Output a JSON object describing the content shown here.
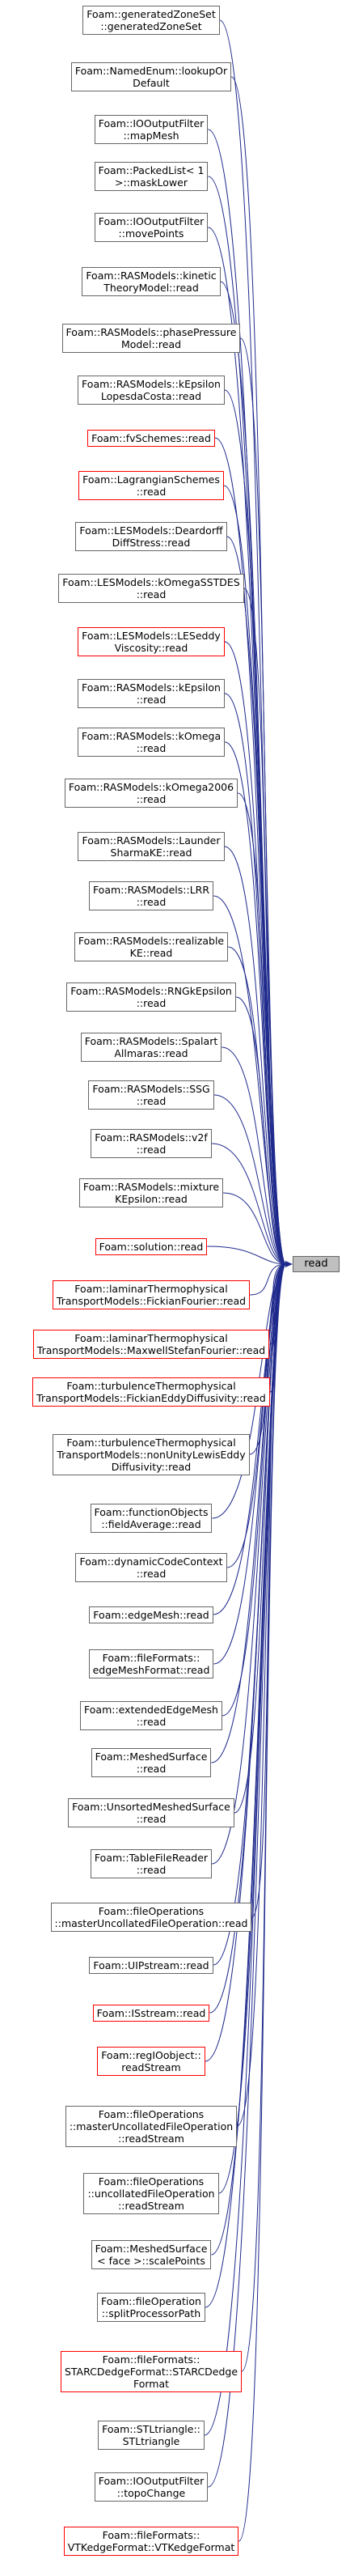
{
  "target": {
    "label": "read"
  },
  "colors": {
    "edge": "#1f2a8c",
    "border": "#666666",
    "red_border": "#ff0000",
    "target_fill": "#bfbfbf"
  },
  "callers": [
    {
      "label": "Foam::generatedZoneSet\n::generatedZoneSet",
      "red": false
    },
    {
      "label": "Foam::NamedEnum::lookupOr\nDefault",
      "red": false
    },
    {
      "label": "Foam::IOOutputFilter\n::mapMesh",
      "red": false
    },
    {
      "label": "Foam::PackedList< 1\n>::maskLower",
      "red": false
    },
    {
      "label": "Foam::IOOutputFilter\n::movePoints",
      "red": false
    },
    {
      "label": "Foam::RASModels::kinetic\nTheoryModel::read",
      "red": false
    },
    {
      "label": "Foam::RASModels::phasePressure\nModel::read",
      "red": false
    },
    {
      "label": "Foam::RASModels::kEpsilon\nLopesdaCosta::read",
      "red": false
    },
    {
      "label": "Foam::fvSchemes::read",
      "red": true
    },
    {
      "label": "Foam::LagrangianSchemes\n::read",
      "red": true
    },
    {
      "label": "Foam::LESModels::Deardorff\nDiffStress::read",
      "red": false
    },
    {
      "label": "Foam::LESModels::kOmegaSSTDES\n::read",
      "red": false
    },
    {
      "label": "Foam::LESModels::LESeddy\nViscosity::read",
      "red": true
    },
    {
      "label": "Foam::RASModels::kEpsilon\n::read",
      "red": false
    },
    {
      "label": "Foam::RASModels::kOmega\n::read",
      "red": false
    },
    {
      "label": "Foam::RASModels::kOmega2006\n::read",
      "red": false
    },
    {
      "label": "Foam::RASModels::Launder\nSharmaKE::read",
      "red": false
    },
    {
      "label": "Foam::RASModels::LRR\n::read",
      "red": false
    },
    {
      "label": "Foam::RASModels::realizable\nKE::read",
      "red": false
    },
    {
      "label": "Foam::RASModels::RNGkEpsilon\n::read",
      "red": false
    },
    {
      "label": "Foam::RASModels::Spalart\nAllmaras::read",
      "red": false
    },
    {
      "label": "Foam::RASModels::SSG\n::read",
      "red": false
    },
    {
      "label": "Foam::RASModels::v2f\n::read",
      "red": false
    },
    {
      "label": "Foam::RASModels::mixture\nKEpsilon::read",
      "red": false
    },
    {
      "label": "Foam::solution::read",
      "red": true
    },
    {
      "label": "Foam::laminarThermophysical\nTransportModels::FickianFourier::read",
      "red": true
    },
    {
      "label": "Foam::laminarThermophysical\nTransportModels::MaxwellStefanFourier::read",
      "red": true
    },
    {
      "label": "Foam::turbulenceThermophysical\nTransportModels::FickianEddyDiffusivity::read",
      "red": true
    },
    {
      "label": "Foam::turbulenceThermophysical\nTransportModels::nonUnityLewisEddy\nDiffusivity::read",
      "red": false
    },
    {
      "label": "Foam::functionObjects\n::fieldAverage::read",
      "red": false
    },
    {
      "label": "Foam::dynamicCodeContext\n::read",
      "red": false
    },
    {
      "label": "Foam::edgeMesh::read",
      "red": false
    },
    {
      "label": "Foam::fileFormats::\nedgeMeshFormat::read",
      "red": false
    },
    {
      "label": "Foam::extendedEdgeMesh\n::read",
      "red": false
    },
    {
      "label": "Foam::MeshedSurface\n::read",
      "red": false
    },
    {
      "label": "Foam::UnsortedMeshedSurface\n::read",
      "red": false
    },
    {
      "label": "Foam::TableFileReader\n::read",
      "red": false
    },
    {
      "label": "Foam::fileOperations\n::masterUncollatedFileOperation::read",
      "red": false
    },
    {
      "label": "Foam::UIPstream::read",
      "red": false
    },
    {
      "label": "Foam::ISstream::read",
      "red": true
    },
    {
      "label": "Foam::regIOobject::\nreadStream",
      "red": true
    },
    {
      "label": "Foam::fileOperations\n::masterUncollatedFileOperation\n::readStream",
      "red": false
    },
    {
      "label": "Foam::fileOperations\n::uncollatedFileOperation\n::readStream",
      "red": false
    },
    {
      "label": "Foam::MeshedSurface\n< face >::scalePoints",
      "red": false
    },
    {
      "label": "Foam::fileOperation\n::splitProcessorPath",
      "red": false
    },
    {
      "label": "Foam::fileFormats::\nSTARCDedgeFormat::STARCDedge\nFormat",
      "red": true
    },
    {
      "label": "Foam::STLtriangle::\nSTLtriangle",
      "red": false
    },
    {
      "label": "Foam::IOOutputFilter\n::topoChange",
      "red": false
    },
    {
      "label": "Foam::fileFormats::\nVTKedgeFormat::VTKedgeFormat",
      "red": true
    }
  ]
}
